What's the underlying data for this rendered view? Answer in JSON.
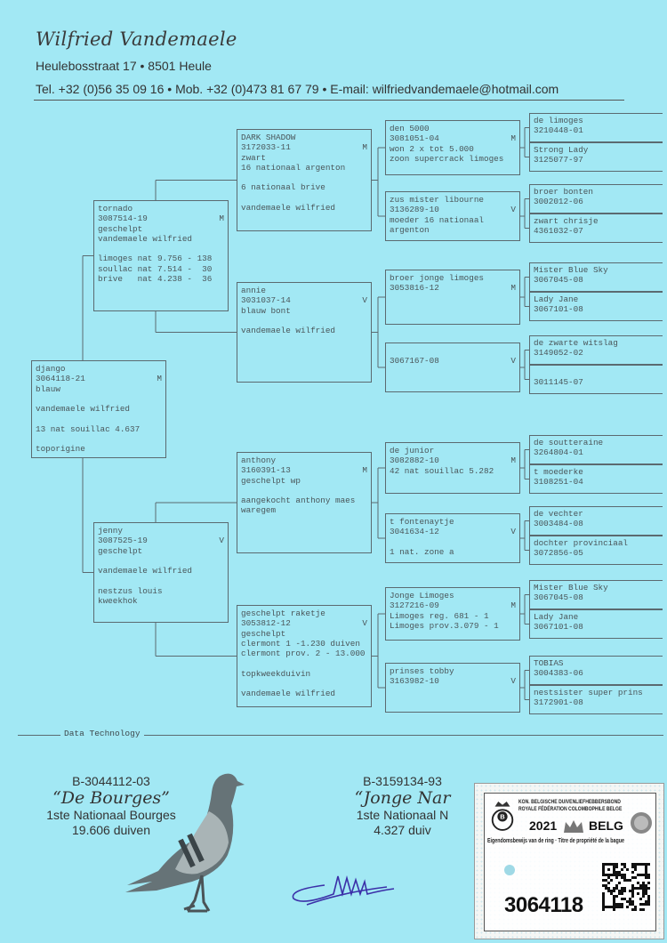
{
  "header": {
    "name": "Wilfried Vandemaele",
    "address": "Heulebosstraat 17 • 8501 Heule",
    "contact": "Tel. +32 (0)56 35 09 16 • Mob. +32 (0)473 81 67 79 • E-mail: wilfriedvandemaele@hotmail.com"
  },
  "pedigree": {
    "subject": {
      "lines": [
        "django",
        "3064118-21",
        "blauw",
        "",
        "vandemaele wilfried",
        "",
        "13 nat souillac 4.637",
        "",
        "toporigine"
      ],
      "sex": "M"
    },
    "gen2": [
      {
        "lines": [
          "tornado",
          "3087514-19",
          "geschelpt",
          "vandemaele wilfried",
          "",
          "limoges nat 9.756 - 138",
          "soullac nat 7.514 -  30",
          "brive   nat 4.238 -  36"
        ],
        "sex": "M"
      },
      {
        "lines": [
          "jenny",
          "3087525-19",
          "geschelpt",
          "",
          "vandemaele wilfried",
          "",
          "nestzus louis",
          "kweekhok"
        ],
        "sex": "V"
      }
    ],
    "gen3": [
      {
        "lines": [
          "DARK SHADOW",
          "3172033-11",
          "zwart",
          "16 nationaal argenton",
          "",
          "6 nationaal brive",
          "",
          "vandemaele wilfried"
        ],
        "sex": "M"
      },
      {
        "lines": [
          "annie",
          "3031037-14",
          "blauw bont",
          "",
          "vandemaele wilfried"
        ],
        "sex": "V"
      },
      {
        "lines": [
          "anthony",
          "3160391-13",
          "geschelpt wp",
          "",
          "aangekocht anthony maes",
          "waregem"
        ],
        "sex": "M"
      },
      {
        "lines": [
          "geschelpt raketje",
          "3053812-12",
          "geschelpt",
          "clermont 1 -1.230 duiven",
          "clermont prov. 2 - 13.000",
          "",
          "topkweekduivin",
          "",
          "vandemaele wilfried"
        ],
        "sex": "V"
      }
    ],
    "gen4": [
      {
        "lines": [
          "den 5000",
          "3081051-04",
          "won 2 x tot 5.000",
          "zoon supercrack limoges"
        ],
        "sex": "M"
      },
      {
        "lines": [
          "zus mister libourne",
          "3136289-10",
          "moeder 16 nationaal",
          "argenton"
        ],
        "sex": "V"
      },
      {
        "lines": [
          "broer jonge limoges",
          "3053816-12"
        ],
        "sex": "M"
      },
      {
        "lines": [
          "",
          "3067167-08"
        ],
        "sex": "V"
      },
      {
        "lines": [
          "de junior",
          "3082882-10",
          "42 nat souillac 5.282"
        ],
        "sex": "M"
      },
      {
        "lines": [
          "t fontenaytje",
          "3041634-12",
          "",
          "1 nat. zone a"
        ],
        "sex": "V"
      },
      {
        "lines": [
          "Jonge Limoges",
          "3127216-09",
          "Limoges reg. 681 - 1",
          "Limoges prov.3.079 - 1"
        ],
        "sex": "M"
      },
      {
        "lines": [
          "prinses tobby",
          "3163982-10"
        ],
        "sex": "V"
      }
    ],
    "gen5": [
      {
        "name": "de limoges",
        "ring": "3210448-01"
      },
      {
        "name": "Strong Lady",
        "ring": "3125077-97"
      },
      {
        "name": "broer bonten",
        "ring": "3002012-06"
      },
      {
        "name": "zwart chrisje",
        "ring": "4361032-07"
      },
      {
        "name": "Mister Blue Sky",
        "ring": "3067045-08"
      },
      {
        "name": "Lady Jane",
        "ring": "3067101-08"
      },
      {
        "name": "de zwarte witslag",
        "ring": "3149052-02"
      },
      {
        "name": "",
        "ring": "3011145-07"
      },
      {
        "name": "de soutteraine",
        "ring": "3264804-01"
      },
      {
        "name": "t moederke",
        "ring": "3108251-04"
      },
      {
        "name": "de vechter",
        "ring": "3003484-08"
      },
      {
        "name": "dochter provinciaal",
        "ring": "3072856-05"
      },
      {
        "name": "Mister Blue Sky",
        "ring": "3067045-08"
      },
      {
        "name": "Lady Jane",
        "ring": "3067101-08"
      },
      {
        "name": "TOBIAS",
        "ring": "3004383-06"
      },
      {
        "name": "nestsister super prins",
        "ring": "3172901-08"
      }
    ]
  },
  "footer_label": "Data Technology",
  "showcase": [
    {
      "ring": "B-3044112-03",
      "name": "“De Bourges”",
      "result": "1ste Nationaal Bourges",
      "count": "19.606 duiven"
    },
    {
      "ring": "B-3159134-93",
      "name": "“Jonge Nar",
      "result": "1ste Nationaal N",
      "count": "4.327 duiv"
    }
  ],
  "ring_card": {
    "org_nl": "KON. BELGISCHE DUIVENLIEFHEBBERSBOND",
    "org_fr": "ROYALE FÉDÉRATION COLOMBOPHILE BELGE",
    "year": "2021",
    "country": "BELG",
    "title": "Eigendomsbewijs van de ring · Titre de propriété de la bague",
    "number": "3064118"
  },
  "colors": {
    "paper": "#a2e8f4",
    "ink": "#4a5559",
    "signature": "#3b2fa8"
  }
}
